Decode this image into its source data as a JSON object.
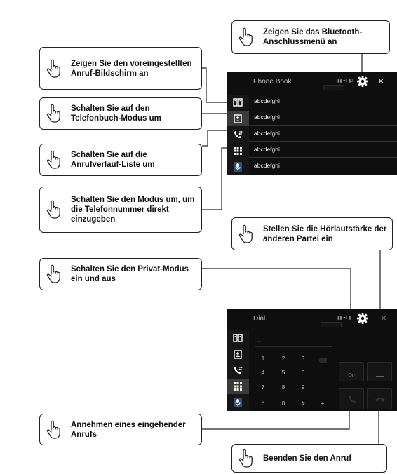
{
  "callouts": {
    "bluetooth": "Zeigen Sie das Bluetooth-Anschlussmenü an",
    "preset": "Zeigen Sie den voreingestellten Anruf-Bildschirm an",
    "phonebook": "Schalten Sie auf den Telefonbuch-Modus um",
    "history": "Schalten Sie auf die Anrufverlauf-Liste um",
    "dialmode": "Schalten Sie den Modus um, um die Telefonnummer direkt einzugeben",
    "volume": "Stellen Sie die Hörlautstärke der anderen Partei ein",
    "private": "Schalten Sie den Privat-Modus ein und aus",
    "answer": "Annehmen eines eingehender Anrufs",
    "end": "Beenden Sie den Anruf"
  },
  "phonebook_screen": {
    "title": "Phone Book",
    "entries": [
      "abcdefghi",
      "abcdefghi",
      "abcdefghi",
      "abcdefghi",
      "abcdefghi"
    ]
  },
  "dial_screen": {
    "title": "Dial",
    "input_value": "_",
    "keys": [
      "1",
      "2",
      "3",
      "4",
      "5",
      "6",
      "7",
      "8",
      "9",
      "*",
      "0",
      "#",
      "+"
    ],
    "private_state": "On"
  },
  "icons": {
    "close": "×",
    "settings": "gear-icon",
    "preset": "preset-book-icon",
    "phonebook": "contact-card-icon",
    "history": "call-history-icon",
    "keypad": "keypad-icon",
    "voice": "microphone-icon"
  },
  "colors": {
    "screen_bg": "#0e0e0e",
    "text": "#f0f0f0",
    "callout_border": "#222222"
  }
}
